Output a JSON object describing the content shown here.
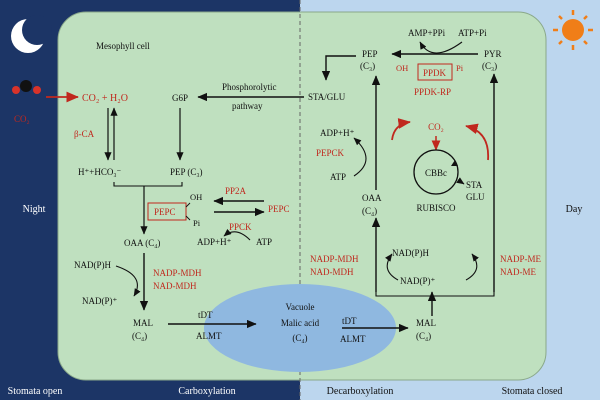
{
  "panels": {
    "night": "Night",
    "day": "Day",
    "stomata_open": "Stomata open",
    "carboxylation": "Carboxylation",
    "decarboxylation": "Decarboxylation",
    "stomata_closed": "Stomata closed",
    "mesophyll": "Mesophyll cell"
  },
  "left": {
    "co2_in": "CO₂",
    "co2_h2o": "CO₂ + H₂O",
    "b_ca": "β-CA",
    "h_hco3": "H⁺+HCO₃⁻",
    "g6p": "G6P",
    "pep": "PEP (C₃)",
    "pepc_box": "PEPC",
    "oh": "OH",
    "pi": "Pi",
    "pp2a": "PP2A",
    "pepc": "PEPC",
    "ppck": "PPCK",
    "adp_h": "ADP+H⁺",
    "atp": "ATP",
    "oaa": "OAA (C₄)",
    "nadph": "NAD(P)H",
    "nadp_mdh": "NADP-MDH",
    "nad_mdh": "NAD-MDH",
    "nadp": "NAD(P)⁺",
    "mal": "MAL",
    "mal_c4": "(C₄)",
    "tdt": "tDT",
    "almt": "ALMT"
  },
  "vacuole": {
    "label": "Vacuole",
    "malic": "Malic acid",
    "c4": "(C₄)"
  },
  "right": {
    "amp_ppi": "AMP+PPi",
    "atp_pi": "ATP+Pi",
    "pep": "PEP",
    "pep_c3": "(C₃)",
    "pyr": "PYR",
    "pyr_c3": "(C₃)",
    "oh": "OH",
    "pi": "Pi",
    "ppdk_box": "PPDK",
    "ppdk_rp": "PPDK-RP",
    "sta_glu": "STA/GLU",
    "phospho": "Phosphorolytic",
    "pathway": "pathway",
    "adp_h": "ADP+H⁺",
    "pepck": "PEPCK",
    "atp": "ATP",
    "oaa": "OAA",
    "oaa_c4": "(C₄)",
    "co2": "CO₂",
    "cbbc": "CBBc",
    "rubisco": "RUBISCO",
    "sta": "STA",
    "glu": "GLU",
    "nadph": "NAD(P)H",
    "nadp": "NAD(P)⁺",
    "nadp_mdh": "NADP-MDH",
    "nad_mdh": "NAD-MDH",
    "nadp_me": "NADP-ME",
    "nad_me": "NAD-ME",
    "tdt": "tDT",
    "almt": "ALMT",
    "mal": "MAL",
    "mal_c4": "(C₄)"
  },
  "colors": {
    "night_bg": "#1c3566",
    "day_bg": "#bcd6ee",
    "cell_fill": "#bfe0bf",
    "vacuole_fill": "#8fb8e0",
    "enzyme_red": "#c0281e",
    "sun": "#f07e18"
  }
}
